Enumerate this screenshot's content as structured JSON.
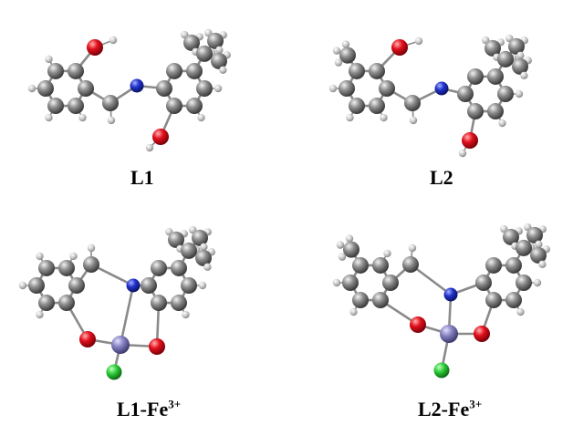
{
  "labels": {
    "l1": "L1",
    "l2": "L2",
    "l1_fe_base": "L1-Fe",
    "l1_fe_charge": "3+",
    "l2_fe_base": "L2-Fe",
    "l2_fe_charge": "3+"
  },
  "atom_colors": {
    "C": "#7d7d7d",
    "H": "#d6d6d6",
    "O": "#e8101a",
    "N": "#2233cc",
    "Fe": "#8a86c4",
    "Cl": "#2fcf3a"
  },
  "bond_color": "#8a8a8a"
}
